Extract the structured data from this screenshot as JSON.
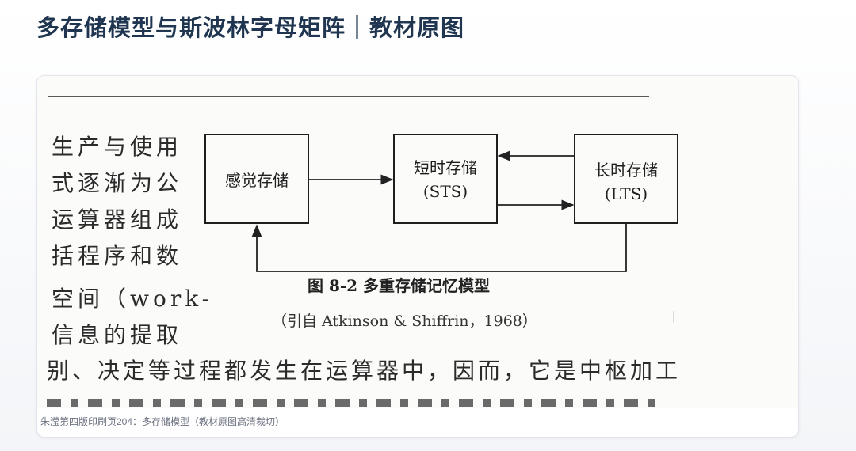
{
  "page": {
    "title": "多存储模型与斯波林字母矩阵｜教材原图"
  },
  "scan": {
    "side_text": [
      "生产与使用",
      "式逐渐为公",
      "运算器组成",
      "括程序和数",
      "空间（work-",
      "信息的提取"
    ],
    "bottom_text": "别、决定等过程都发生在运算器中，因而，它是中枢加工"
  },
  "figure": {
    "boxes": {
      "sensory": "感觉存储",
      "sts_line1": "短时存储",
      "sts_line2": "(STS)",
      "lts_line1": "长时存储",
      "lts_line2": "(LTS)"
    },
    "caption": "图 8-2   多重存储记忆模型",
    "source": "（引自 Atkinson & Shiffrin，1968）"
  },
  "card": {
    "image_caption": "朱滢第四版印刷页204：多存储模型（教材原图高清裁切）"
  }
}
